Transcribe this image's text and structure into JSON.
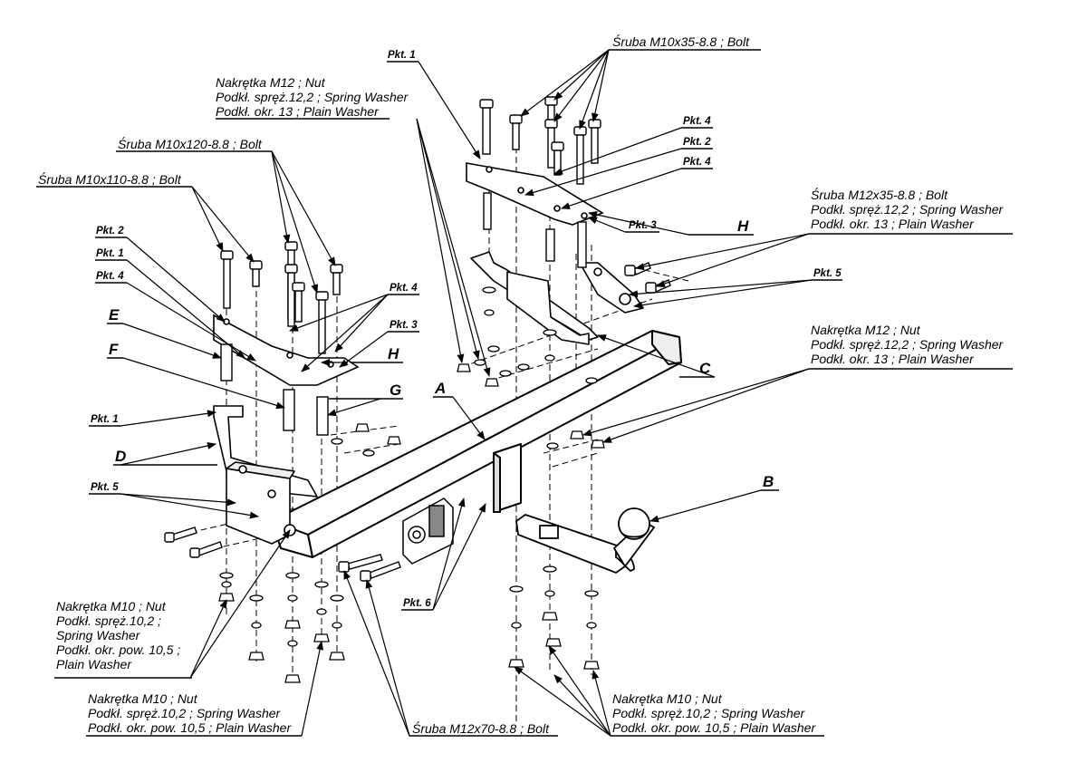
{
  "labels": {
    "bolt_m10x35": "Śruba M10x35-8.8 ;  Bolt",
    "pkt1_top": "Pkt. 1",
    "nut_m12_top": [
      "Nakrętka  M12 ; Nut",
      "Podkł. spręż.12,2 ; Spring Washer",
      "Podkł. okr. 13 ; Plain Washer"
    ],
    "bolt_m10x120": "Śruba M10x120-8.8 ;  Bolt",
    "bolt_m10x110": "Śruba M10x110-8.8 ;  Bolt",
    "pkt4_a": "Pkt. 4",
    "pkt2_a": "Pkt. 2",
    "pkt4_b": "Pkt. 4",
    "pkt3_a": "Pkt. 3",
    "letter_H_right": "H",
    "bolt_m12x35": [
      "Śruba M12x35-8.8 ;  Bolt",
      "Podkł. spręż.12,2 ; Spring Washer",
      "Podkł. okr. 13 ; Plain Washer"
    ],
    "pkt5_right": "Pkt. 5",
    "pkt2_left": "Pkt. 2",
    "pkt1_left": "Pkt. 1",
    "pkt4_left": "Pkt. 4",
    "letter_E": "E",
    "letter_F": "F",
    "pkt4_mid": "Pkt. 4",
    "pkt3_mid": "Pkt. 3",
    "letter_H_mid": "H",
    "letter_G": "G",
    "letter_A": "A",
    "letter_C": "C",
    "nut_m12_right": [
      "Nakrętka  M12 ; Nut",
      "Podkł. spręż.12,2 ; Spring Washer",
      "Podkł. okr. 13 ; Plain Washer"
    ],
    "pkt1_lower": "Pkt. 1",
    "letter_D": "D",
    "letter_B": "B",
    "pkt5_left": "Pkt. 5",
    "nut_m10_left": [
      "Nakrętka  M10 ; Nut",
      "Podkł. spręż.10,2 ;",
      "Spring Washer",
      "Podkł. okr. pow. 10,5 ;",
      "Plain Washer"
    ],
    "pkt6": "Pkt. 6",
    "nut_m10_bottom_left": [
      "Nakrętka  M10 ; Nut",
      "Podkł. spręż.10,2 ; Spring Washer",
      "Podkł. okr. pow. 10,5 ; Plain Washer"
    ],
    "bolt_m12x70": "Śruba M12x70-8.8 ;  Bolt",
    "nut_m10_bottom_right": [
      "Nakrętka  M10 ; Nut",
      "Podkł. spręż.10,2 ; Spring Washer",
      "Podkł. okr. pow. 10,5 ; Plain Washer"
    ]
  }
}
